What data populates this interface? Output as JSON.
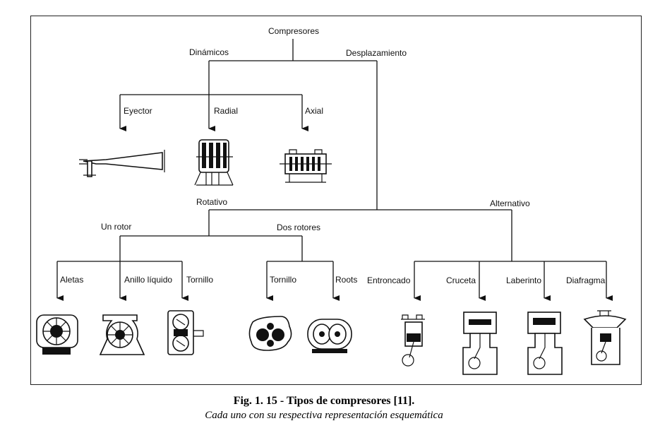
{
  "diagram": {
    "root": "Compresores",
    "dynamic": {
      "label": "Dinámicos",
      "types": [
        "Eyector",
        "Radial",
        "Axial"
      ]
    },
    "displacement": {
      "label": "Desplazamiento",
      "rotary": {
        "label": "Rotativo",
        "one_rotor": {
          "label": "Un rotor",
          "types": [
            "Aletas",
            "Anillo líquido",
            "Tornillo"
          ]
        },
        "two_rotors": {
          "label": "Dos rotores",
          "types": [
            "Tornillo",
            "Roots"
          ]
        }
      },
      "reciprocating": {
        "label": "Alternativo",
        "types": [
          "Entroncado",
          "Cruceta",
          "Laberinto",
          "Diafragma"
        ]
      }
    }
  },
  "caption": {
    "title": "Fig. 1. 15 - Tipos de compresores [11].",
    "subtitle": "Cada uno con su respectiva representación esquemática"
  }
}
